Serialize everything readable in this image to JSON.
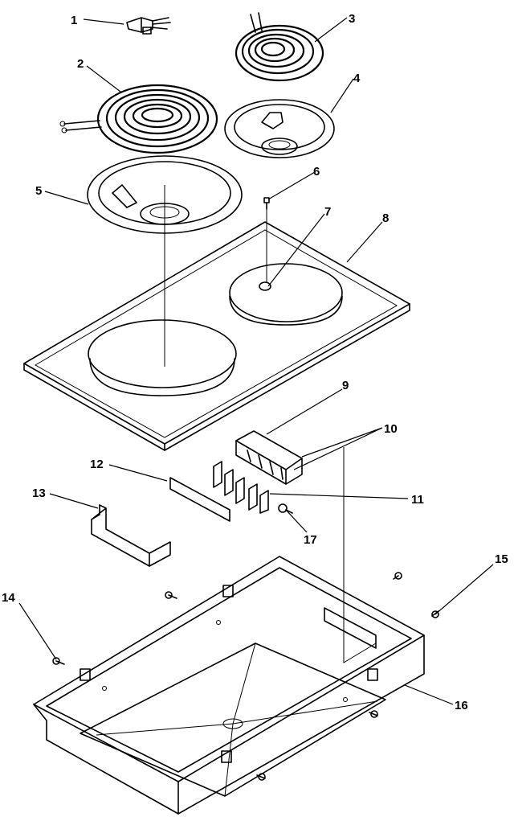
{
  "diagram": {
    "callouts": [
      "1",
      "2",
      "3",
      "4",
      "5",
      "6",
      "7",
      "8",
      "9",
      "10",
      "11",
      "12",
      "13",
      "14",
      "15",
      "16",
      "17"
    ]
  }
}
